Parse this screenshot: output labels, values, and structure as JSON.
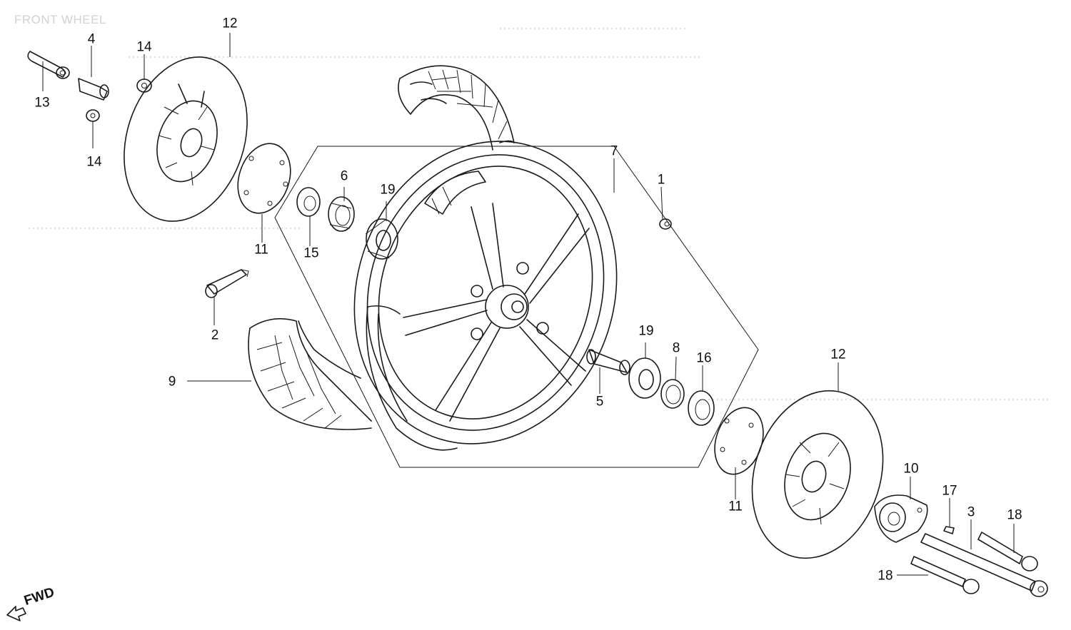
{
  "diagram": {
    "title": "FRONT WHEEL",
    "direction_label": "FWD",
    "callouts": [
      {
        "id": "c12a",
        "text": "12"
      },
      {
        "id": "c4",
        "text": "4"
      },
      {
        "id": "c14a",
        "text": "14"
      },
      {
        "id": "c13",
        "text": "13"
      },
      {
        "id": "c14b",
        "text": "14"
      },
      {
        "id": "c7",
        "text": "7"
      },
      {
        "id": "c1",
        "text": "1"
      },
      {
        "id": "c6",
        "text": "6"
      },
      {
        "id": "c19a",
        "text": "19"
      },
      {
        "id": "c11a",
        "text": "11"
      },
      {
        "id": "c15",
        "text": "15"
      },
      {
        "id": "c2",
        "text": "2"
      },
      {
        "id": "c9",
        "text": "9"
      },
      {
        "id": "c19b",
        "text": "19"
      },
      {
        "id": "c8",
        "text": "8"
      },
      {
        "id": "c16",
        "text": "16"
      },
      {
        "id": "c5",
        "text": "5"
      },
      {
        "id": "c12b",
        "text": "12"
      },
      {
        "id": "c11b",
        "text": "11"
      },
      {
        "id": "c10",
        "text": "10"
      },
      {
        "id": "c17",
        "text": "17"
      },
      {
        "id": "c3",
        "text": "3"
      },
      {
        "id": "c18a",
        "text": "18"
      },
      {
        "id": "c18b",
        "text": "18"
      }
    ]
  }
}
